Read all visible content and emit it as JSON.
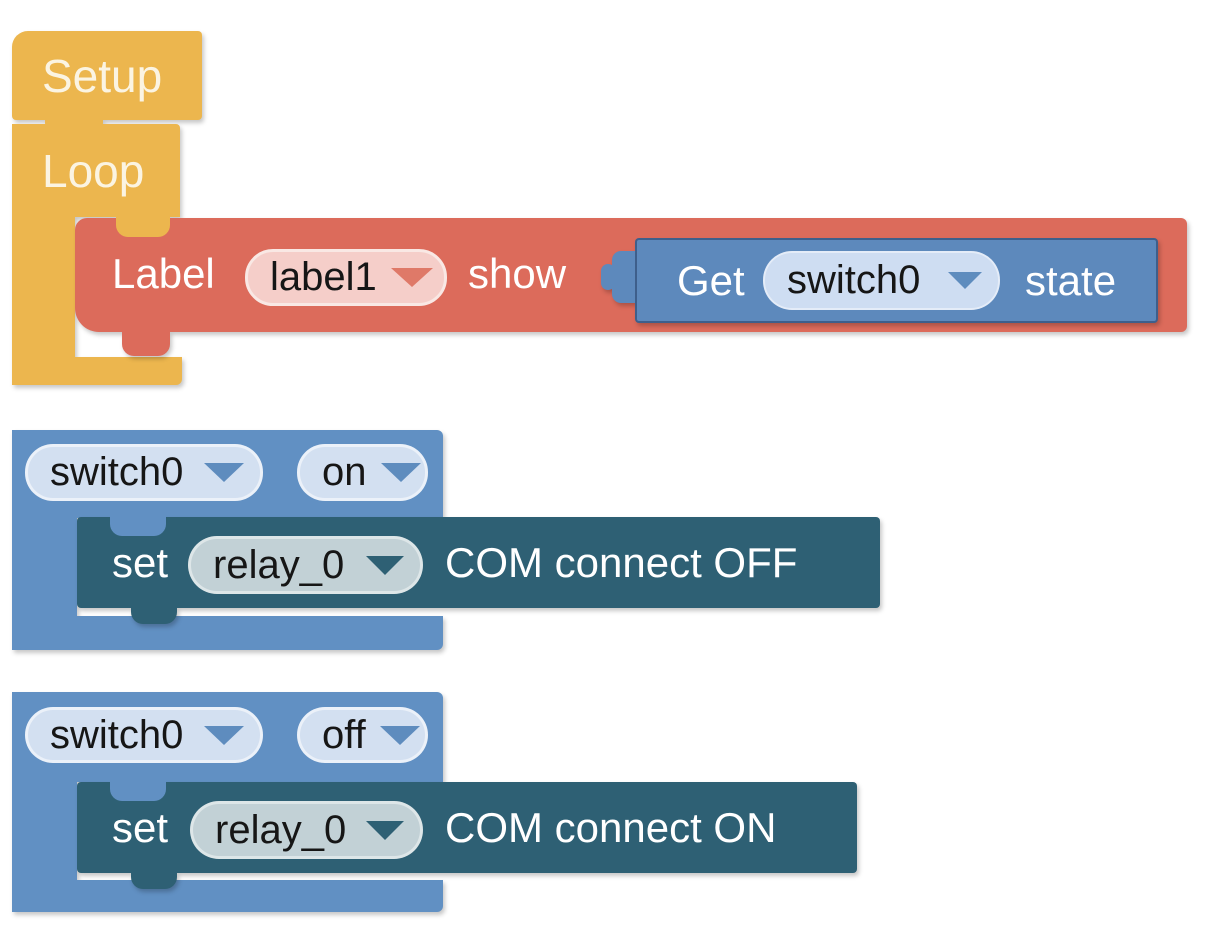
{
  "app": {
    "name": "block-editor-workspace",
    "background": "#ffffff"
  },
  "colors": {
    "yellow_block": "#ECB64E",
    "red_block": "#DC6B5B",
    "blue_value_block": "#5D89BC",
    "blue_container_block": "#6190C3",
    "teal_block": "#2E6074",
    "dropdown_pink": "#F5CEC9",
    "dropdown_light_blue": "#D3E0F1",
    "dropdown_light_teal": "#C2D1D6",
    "label_text": "#FFFFFF",
    "dropdown_text": "#161616"
  },
  "blocks": {
    "setup": {
      "label": "Setup"
    },
    "loop": {
      "label": "Loop"
    },
    "label_show": {
      "prefix": "Label",
      "dropdown_value": "label1",
      "suffix": "show"
    },
    "get_state": {
      "prefix": "Get",
      "dropdown_value": "switch0",
      "suffix": "state"
    },
    "switch_on": {
      "device": "switch0",
      "state": "on"
    },
    "set_relay_off": {
      "prefix": "set",
      "dropdown_value": "relay_0",
      "action": "COM connect OFF"
    },
    "switch_off": {
      "device": "switch0",
      "state": "off"
    },
    "set_relay_on": {
      "prefix": "set",
      "dropdown_value": "relay_0",
      "action": "COM connect ON"
    }
  }
}
